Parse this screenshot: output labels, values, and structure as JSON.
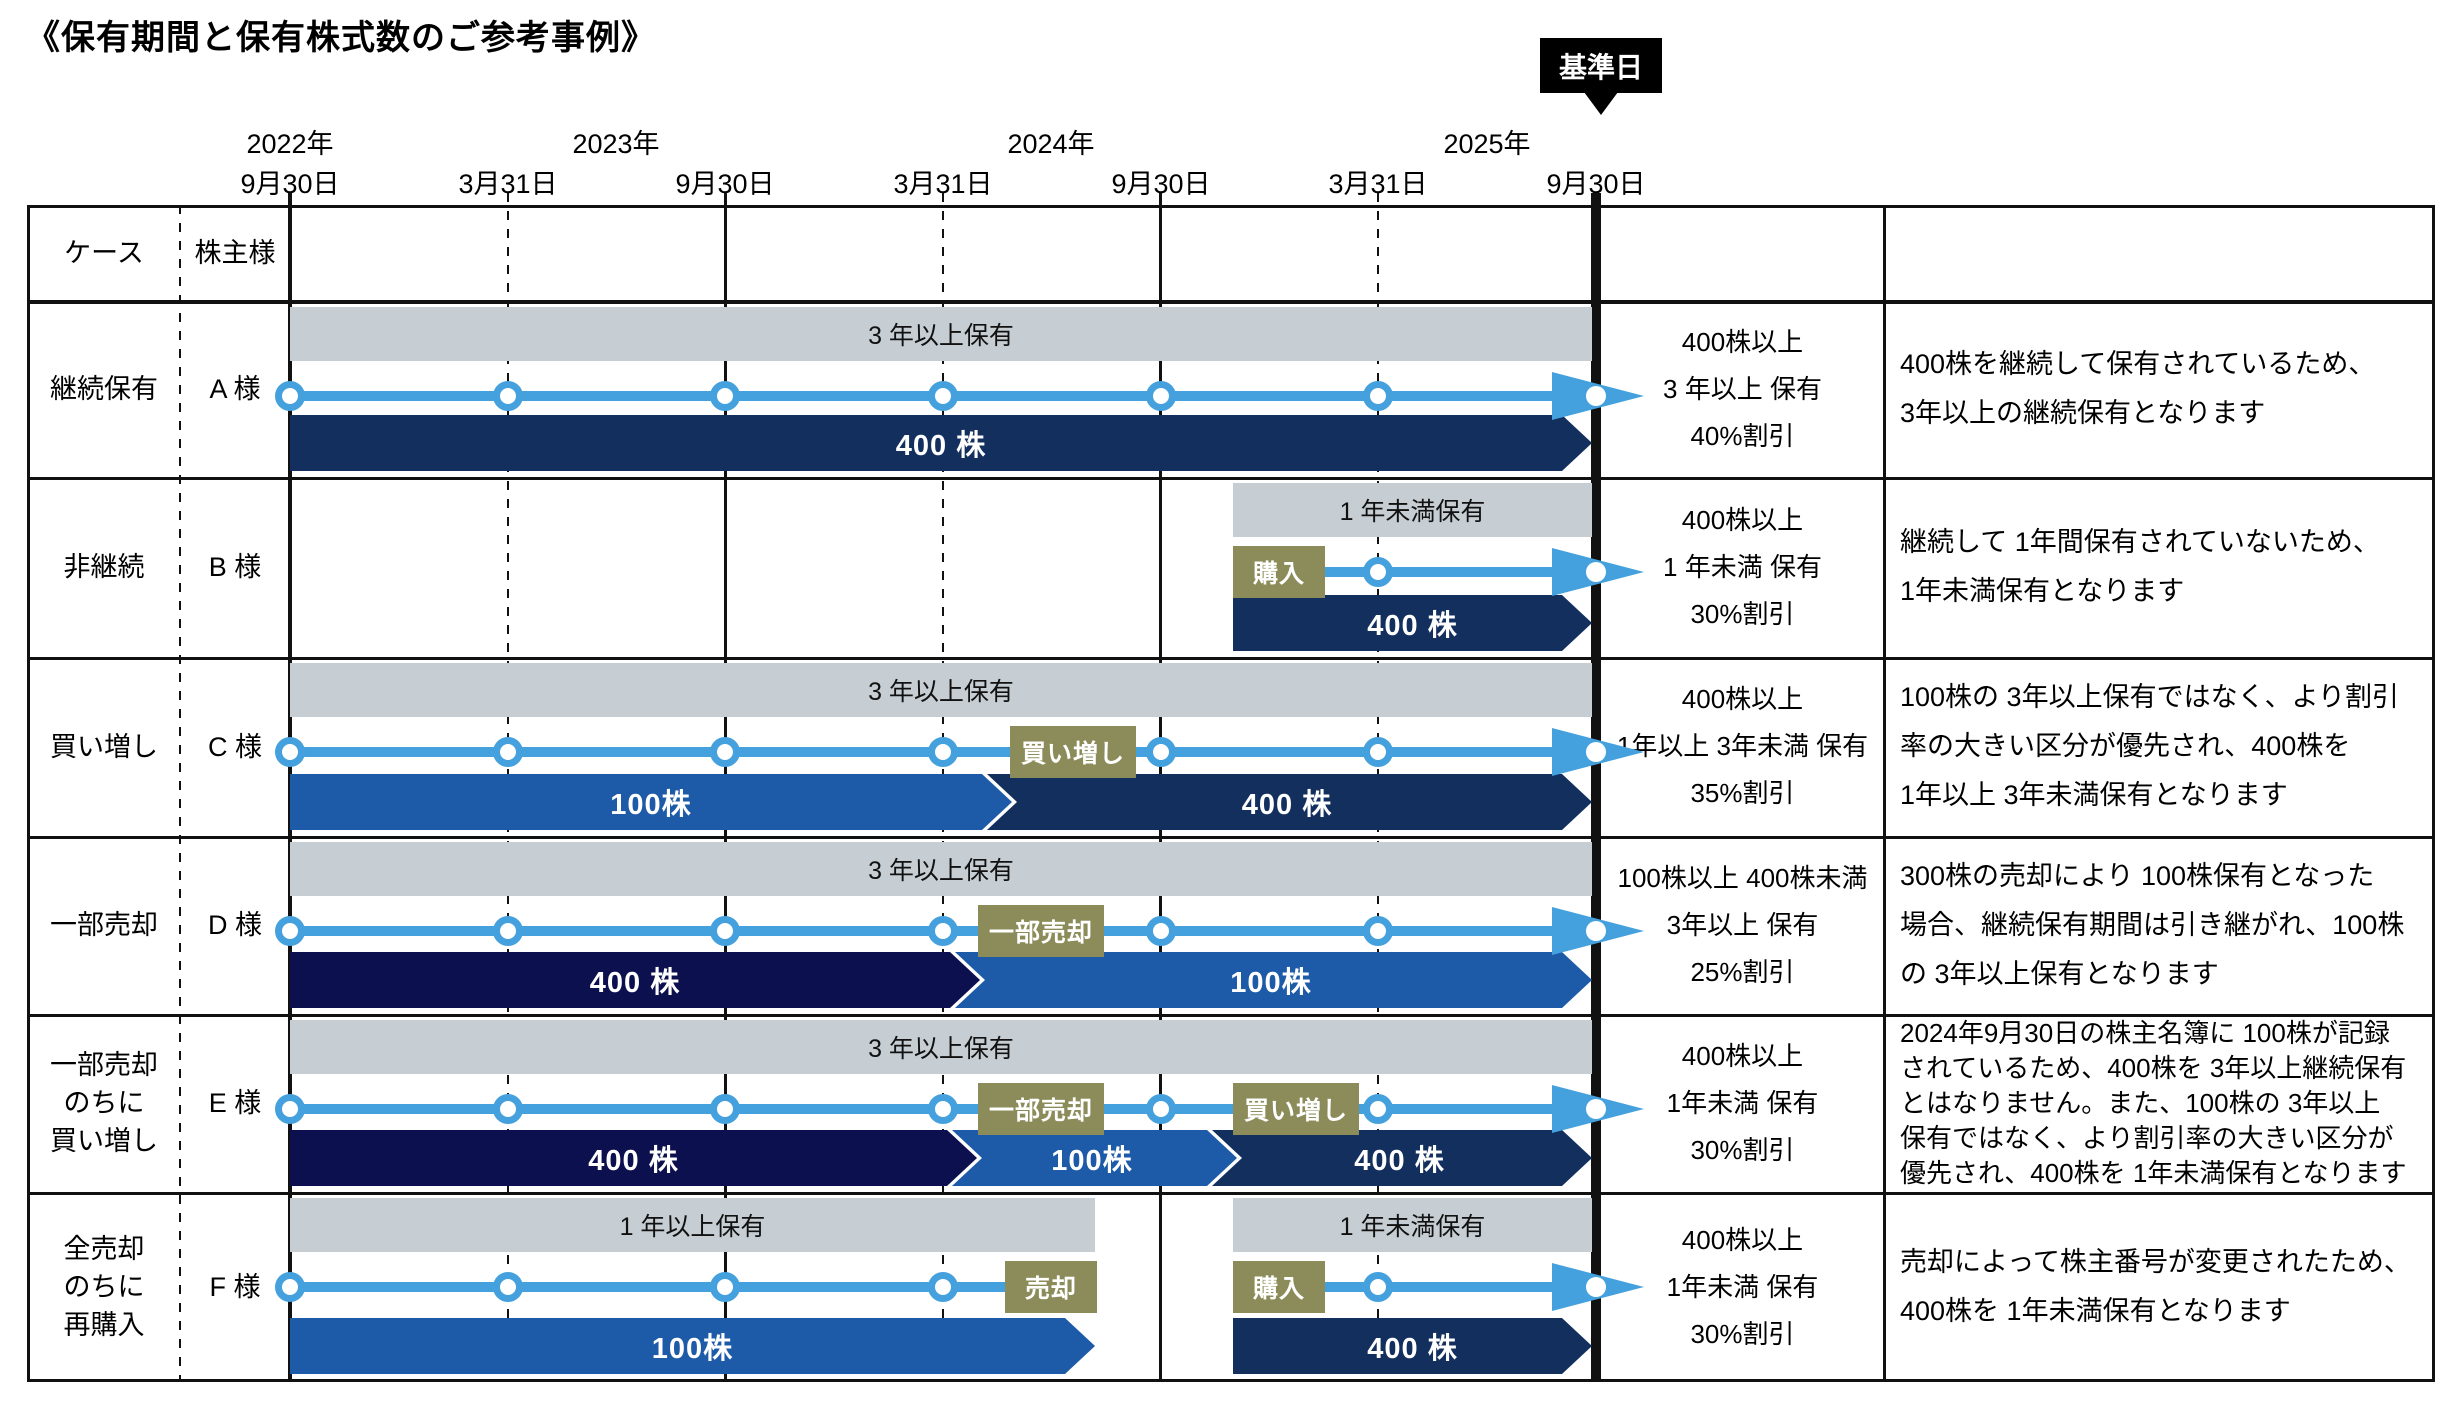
{
  "title": "《保有期間と保有株式数のご参考事例》",
  "base_date_label": "基準日",
  "timeline": {
    "years": [
      "2022年",
      "2023年",
      "2024年",
      "2025年"
    ],
    "dates": [
      "9月30日",
      "3月31日",
      "9月30日",
      "3月31日",
      "9月30日",
      "3月31日",
      "9月30日"
    ]
  },
  "header": {
    "case_label": "ケース",
    "holder_label": "株主様"
  },
  "colors": {
    "navy": "#122F5E",
    "dark_navy": "#0D104E",
    "medium_blue": "#1D5AA8",
    "light_blue": "#45A1DD",
    "gray_bar": "#C6CED3",
    "badge_olive": "#8C8C5A",
    "base_date_bg": "#000000"
  },
  "rows": [
    {
      "case": "継続保有",
      "holder": "A 様",
      "period_bars": [
        {
          "label": "3 年以上保有"
        }
      ],
      "badges": [],
      "share_bars": [
        {
          "label": "400 株"
        }
      ],
      "discount": "400株以上\n3 年以上 保有\n40%割引",
      "explanation": "400株を継続して保有されているため、\n3年以上の継続保有となります"
    },
    {
      "case": "非継続",
      "holder": "B 様",
      "period_bars": [
        {
          "label": "1 年未満保有"
        }
      ],
      "badges": [
        {
          "label": "購入"
        }
      ],
      "share_bars": [
        {
          "label": "400 株"
        }
      ],
      "discount": "400株以上\n1 年未満 保有\n30%割引",
      "explanation": "継続して 1年間保有されていないため、\n1年未満保有となります"
    },
    {
      "case": "買い増し",
      "holder": "C 様",
      "period_bars": [
        {
          "label": "3 年以上保有"
        }
      ],
      "badges": [
        {
          "label": "買い増し"
        }
      ],
      "share_bars": [
        {
          "label": "100株"
        },
        {
          "label": "400 株"
        }
      ],
      "discount": "400株以上\n1年以上 3年未満 保有\n35%割引",
      "explanation": "100株の 3年以上保有ではなく、より割引\n率の大きい区分が優先され、400株を\n1年以上 3年未満保有となります"
    },
    {
      "case": "一部売却",
      "holder": "D 様",
      "period_bars": [
        {
          "label": "3 年以上保有"
        }
      ],
      "badges": [
        {
          "label": "一部売却"
        }
      ],
      "share_bars": [
        {
          "label": "400 株"
        },
        {
          "label": "100株"
        }
      ],
      "discount": "100株以上 400株未満\n3年以上 保有\n25%割引",
      "explanation": "300株の売却により 100株保有となった\n場合、継続保有期間は引き継がれ、100株\nの 3年以上保有となります"
    },
    {
      "case": "一部売却\nのちに\n買い増し",
      "holder": "E 様",
      "period_bars": [
        {
          "label": "3 年以上保有"
        }
      ],
      "badges": [
        {
          "label": "一部売却"
        },
        {
          "label": "買い増し"
        }
      ],
      "share_bars": [
        {
          "label": "400 株"
        },
        {
          "label": "100株"
        },
        {
          "label": "400 株"
        }
      ],
      "discount": "400株以上\n1年未満 保有\n30%割引",
      "explanation": "2024年9月30日の株主名簿に 100株が記録\nされているため、400株を 3年以上継続保有\nとはなりません。また、100株の 3年以上\n保有ではなく、より割引率の大きい区分が\n優先され、400株を 1年未満保有となります"
    },
    {
      "case": "全売却\nのちに\n再購入",
      "holder": "F 様",
      "period_bars": [
        {
          "label": "1 年以上保有"
        },
        {
          "label": "1 年未満保有"
        }
      ],
      "badges": [
        {
          "label": "売却"
        },
        {
          "label": "購入"
        }
      ],
      "share_bars": [
        {
          "label": "100株"
        },
        {
          "label": "400 株"
        }
      ],
      "discount": "400株以上\n1年未満 保有\n30%割引",
      "explanation": "売却によって株主番号が変更されたため、\n400株を 1年未満保有となります"
    }
  ]
}
